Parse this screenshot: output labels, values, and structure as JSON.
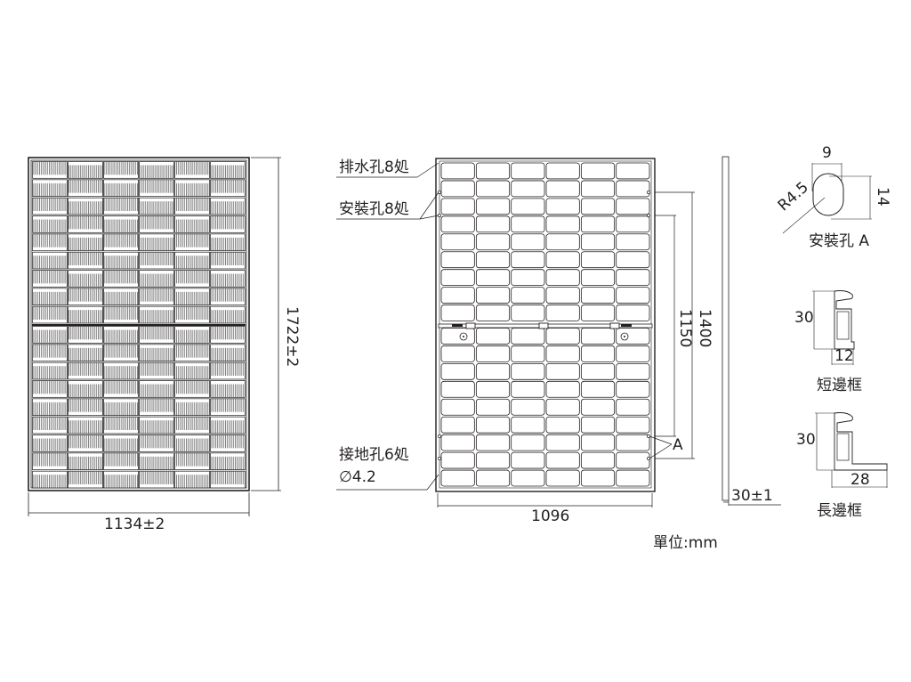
{
  "drawing": {
    "type": "solar-module-dimension-drawing",
    "unit_label": "單位:mm",
    "front_view": {
      "width_label": "1134±2",
      "height_label": "1722±2",
      "cell_columns": 6,
      "cell_rows": 18
    },
    "back_view": {
      "drain_holes_label": "排水孔8処",
      "mounting_holes_label": "安裝孔8処",
      "ground_holes_label": "接地孔6処",
      "ground_hole_diameter": "∅4.2",
      "width_label": "1096",
      "outer_hole_spacing": "1400",
      "inner_hole_spacing": "1150",
      "detail_ref": "A",
      "cell_columns": 6,
      "cell_rows": 18
    },
    "side_view": {
      "thickness_label": "30±1"
    },
    "mounting_hole_detail": {
      "width": "9",
      "height": "14",
      "radius": "R4.5",
      "title": "安裝孔 A"
    },
    "short_frame": {
      "height": "30",
      "width": "12",
      "title": "短邊框"
    },
    "long_frame": {
      "height": "30",
      "width": "28",
      "title": "長邊框"
    }
  },
  "colors": {
    "line": "#231f20",
    "cell_fill": "#ffffff",
    "hatch": "#8a8a8a"
  }
}
